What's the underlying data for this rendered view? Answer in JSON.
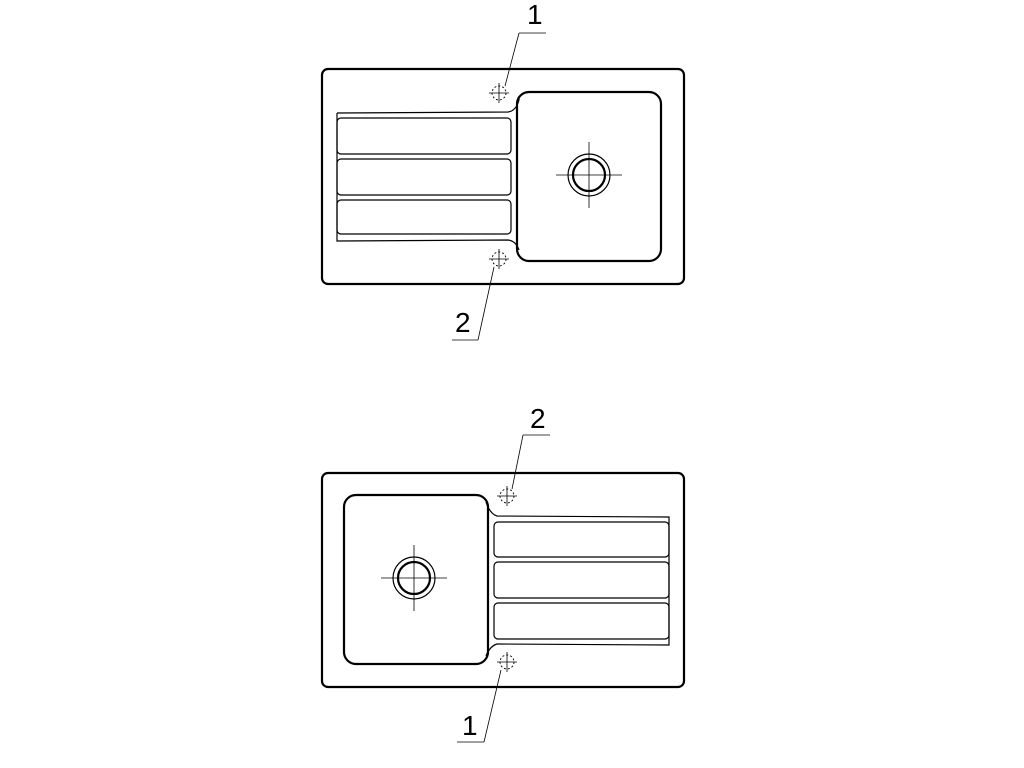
{
  "views": [
    {
      "id": "top",
      "orientation": "bowl-right",
      "callouts": [
        {
          "number": "1",
          "position": "above"
        },
        {
          "number": "2",
          "position": "below"
        }
      ]
    },
    {
      "id": "bottom",
      "orientation": "bowl-left",
      "callouts": [
        {
          "number": "2",
          "position": "above"
        },
        {
          "number": "1",
          "position": "below"
        }
      ]
    }
  ],
  "colors": {
    "line": "#000000",
    "background": "#ffffff"
  }
}
